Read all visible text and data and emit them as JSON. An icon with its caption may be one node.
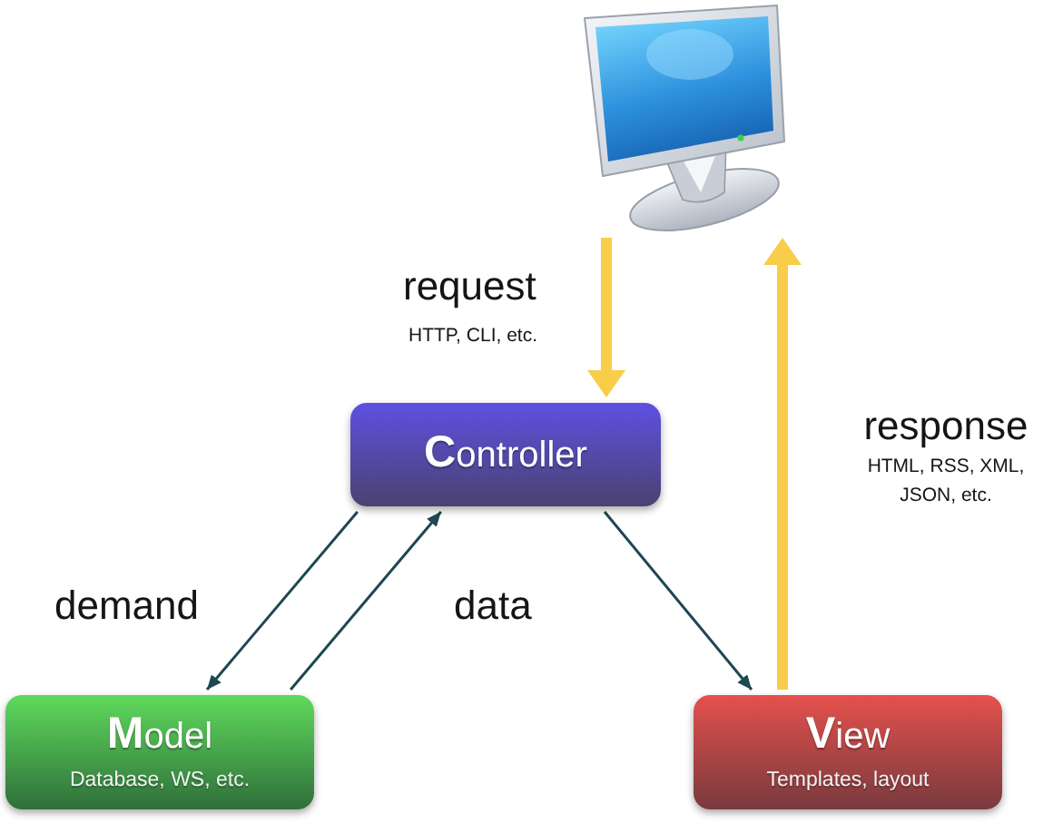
{
  "diagram": {
    "nodes": [
      {
        "text": [],
        "shape": "picture"
      },
      {
        "text": [
          "**C**ontroller"
        ]
      },
      {
        "text": [
          "**M**odel",
          "Database, WS, etc."
        ]
      },
      {
        "text": [
          "**V**iew",
          "Templates, layout"
        ]
      }
    ],
    "edges": [
      {
        "from": 0,
        "to": 1,
        "arrow": "to",
        "label": "request",
        "style": "thick",
        "color": "#f8cd4a"
      },
      {
        "from": 1,
        "to": 2,
        "arrow": "to",
        "label": "demand"
      },
      {
        "from": 2,
        "to": 1,
        "arrow": "to",
        "label": "data"
      },
      {
        "from": 1,
        "to": 3,
        "arrow": "to"
      },
      {
        "from": 3,
        "to": 0,
        "arrow": "to",
        "label": "response",
        "style": "thick",
        "color": "#f8cd4a"
      }
    ],
    "labels": [
      "HTTP, CLI, etc.",
      "HTML, RSS, XML, JSON, etc."
    ]
  }
}
